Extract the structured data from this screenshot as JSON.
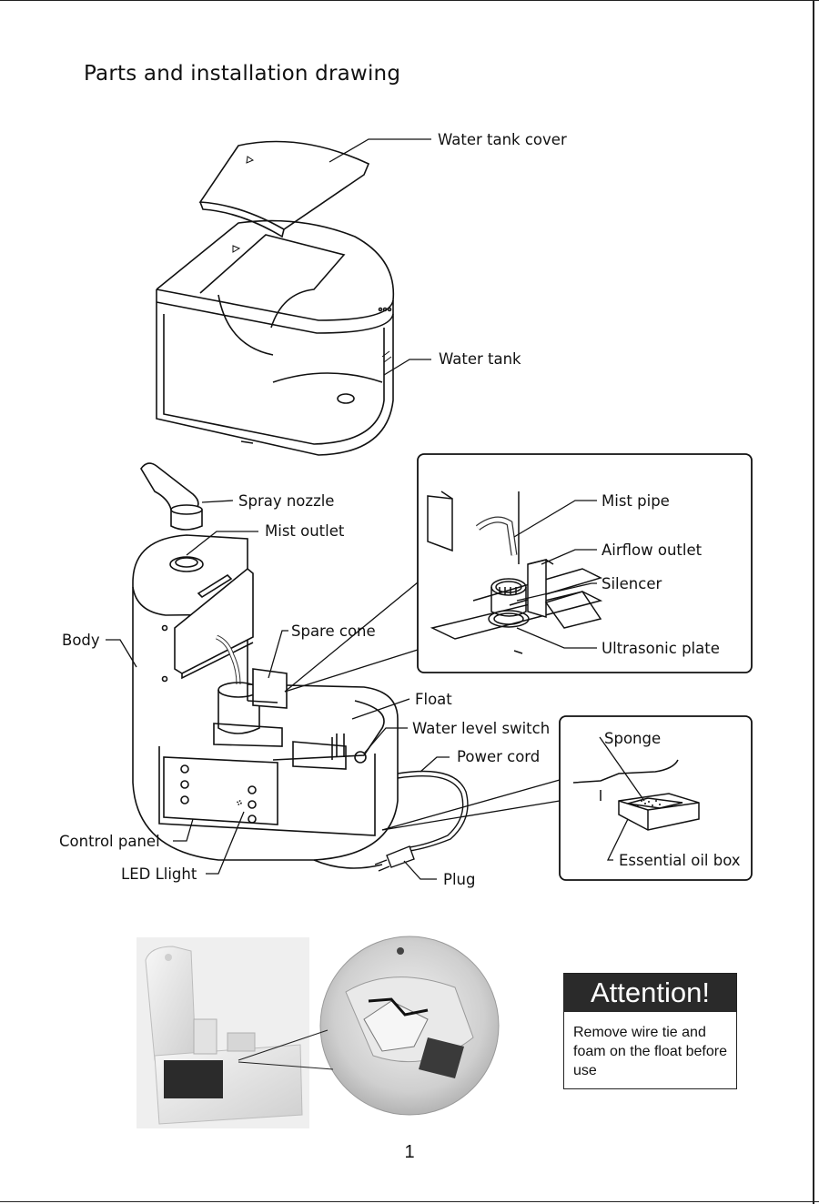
{
  "page": {
    "title": "Parts and installation drawing",
    "page_number": "1"
  },
  "labels": {
    "water_tank_cover": "Water tank cover",
    "water_tank": "Water tank",
    "spray_nozzle": "Spray nozzle",
    "mist_outlet": "Mist outlet",
    "body": "Body",
    "spare_cone": "Spare cone",
    "float": "Float",
    "water_level_switch": "Water level switch",
    "power_cord": "Power cord",
    "control_panel": "Control panel",
    "led_light": "LED Llight",
    "plug": "Plug",
    "mist_pipe": "Mist pipe",
    "airflow_outlet": "Airflow outlet",
    "silencer": "Silencer",
    "ultrasonic_plate": "Ultrasonic plate",
    "sponge": "Sponge",
    "essential_oil_box": "Essential oil box"
  },
  "attention": {
    "heading": "Attention!",
    "text": "Remove wire tie and foam on the float before use"
  },
  "colors": {
    "line": "#111111",
    "attention_header": "#2a2a2a",
    "photo_bg": "#d8d8d8"
  }
}
